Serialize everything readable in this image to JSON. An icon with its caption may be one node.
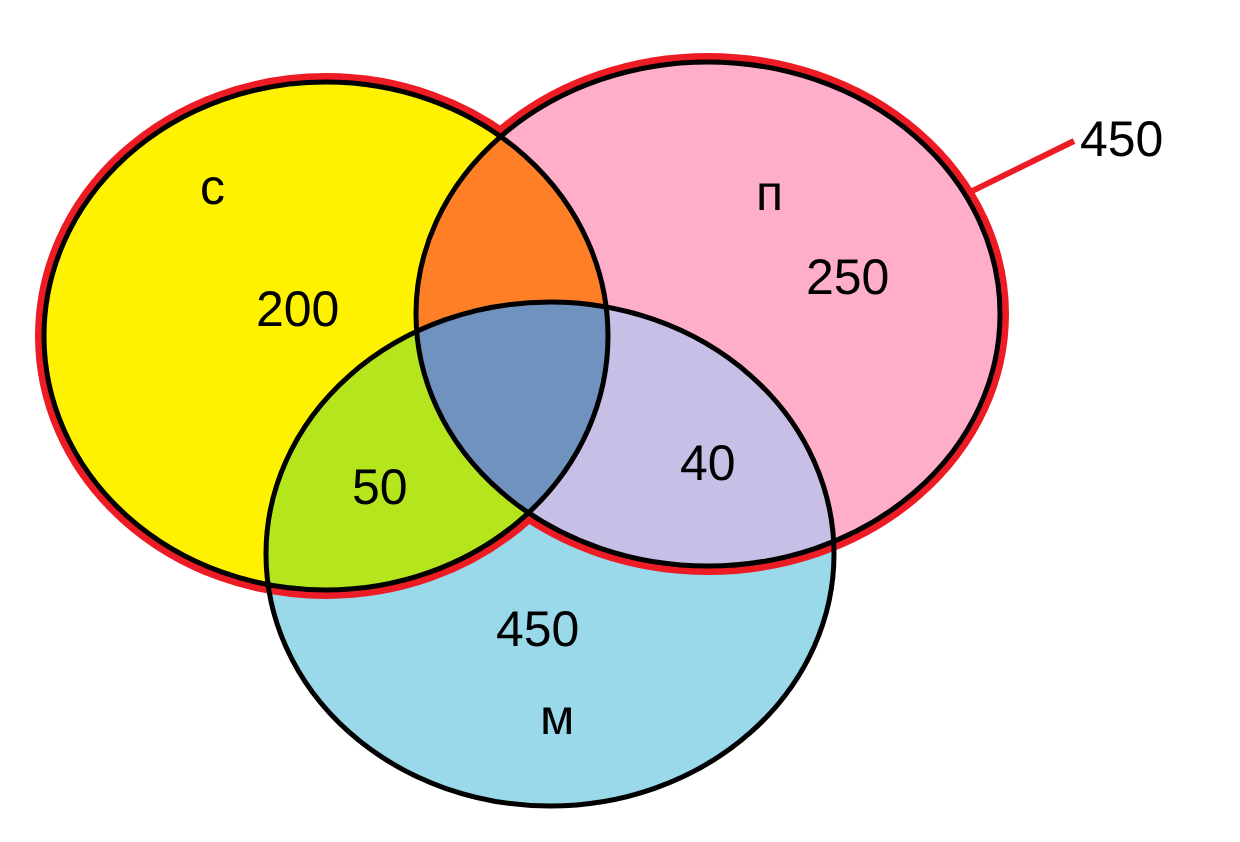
{
  "diagram": {
    "nodes": [
      {
        "text": [
          "с",
          "200"
        ]
      },
      {
        "text": [
          "п",
          "250"
        ]
      },
      {
        "text": [
          "450",
          "м"
        ]
      },
      {
        "text": [
          "450"
        ]
      }
    ],
    "edges": [
      {
        "from": 3,
        "to": 1,
        "arrow": "none",
        "color": "#ed1c24"
      }
    ],
    "labels": [
      "50",
      "40"
    ]
  }
}
